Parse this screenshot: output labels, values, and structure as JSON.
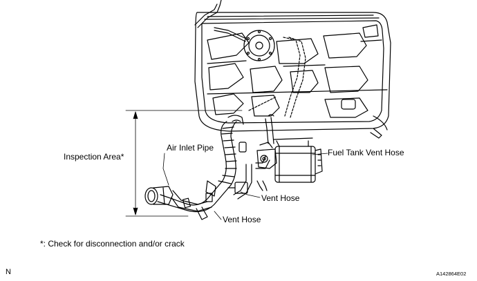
{
  "labels": {
    "inspection_area": "Inspection Area*",
    "air_inlet_pipe": "Air Inlet Pipe",
    "fuel_tank_vent_hose": "Fuel Tank Vent Hose",
    "vent_hose_right": "Vent Hose",
    "vent_hose_bottom": "Vent Hose"
  },
  "footnote": "*: Check for disconnection and/or crack",
  "orientation_mark": "N",
  "figure_code": "A142864E02"
}
